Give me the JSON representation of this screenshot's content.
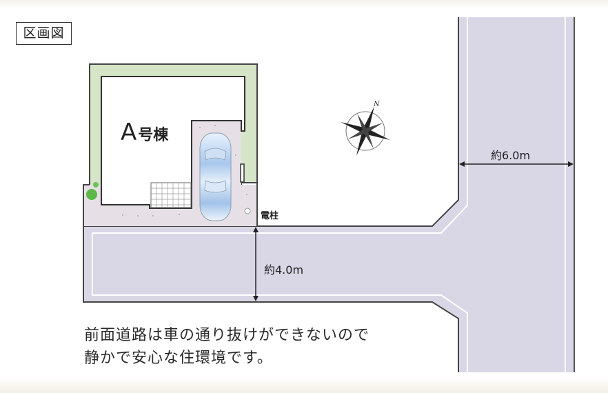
{
  "title": "区画図",
  "lot": {
    "building_name": "A",
    "building_suffix": "号棟",
    "utility_pole_label": "電柱"
  },
  "roads": {
    "vertical_width_label": "約6.0m",
    "horizontal_width_label": "約4.0m"
  },
  "compass": {
    "north_label": "N"
  },
  "caption": {
    "line1": "前面道路は車の通り抜けができないので",
    "line2": "静かで安心な住環境です。"
  },
  "colors": {
    "road_fill": "#d9d7e6",
    "road_edge": "#ffffff",
    "garden_green": "#d6e4c7",
    "driveway_pink": "#e6e0e6",
    "outline": "#333333",
    "tree_green": "#5cb84a",
    "car_blue": "#a9c8ec"
  }
}
